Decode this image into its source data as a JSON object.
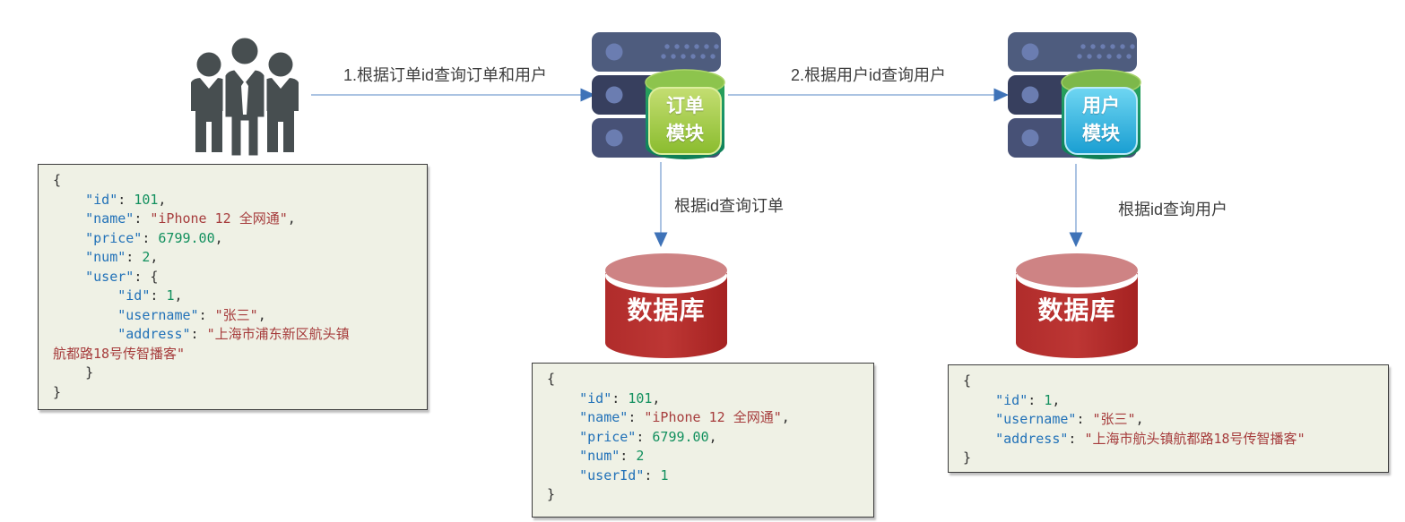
{
  "flow_labels": {
    "arrow1": "1.根据订单id查询订单和用户",
    "arrow2": "2.根据用户id查询用户",
    "arrow3": "根据id查询订单",
    "arrow4": "根据id查询用户"
  },
  "modules": [
    {
      "id": "order-module",
      "lines": [
        "订单",
        "模块"
      ],
      "badge_color": "#8abc2e"
    },
    {
      "id": "user-module",
      "lines": [
        "用户",
        "模块"
      ],
      "badge_color": "#199ed2"
    }
  ],
  "databases": [
    {
      "id": "order-db",
      "label": "数据库"
    },
    {
      "id": "user-db",
      "label": "数据库"
    }
  ],
  "colors": {
    "arrow_line": "#8fafd9",
    "arrow_head": "#3f73b8",
    "server_row_light": "#4e5c7e",
    "server_row_dark": "#373f5e",
    "server_dot": "#6b7db1",
    "cylinder_top_green": "#8dc44d",
    "cylinder_body_green": "#17936a",
    "db_body_red": "#b52a29",
    "db_top_pink": "#ce8384",
    "people_gray": "#474e50",
    "code_bg": "#eff1e5",
    "code_key_blue": "#2171b8",
    "code_number_green": "#12905e",
    "code_string_red": "#a63c3c",
    "label_text": "#3e3e3e"
  },
  "code_blocks": {
    "order_with_user": {
      "lines": [
        [
          [
            "p",
            "{"
          ]
        ],
        [
          [
            "p",
            "    "
          ],
          [
            "k",
            "\"id\""
          ],
          [
            "p",
            ": "
          ],
          [
            "n",
            "101"
          ],
          [
            "p",
            ","
          ]
        ],
        [
          [
            "p",
            "    "
          ],
          [
            "k",
            "\"name\""
          ],
          [
            "p",
            ": "
          ],
          [
            "s",
            "\"iPhone 12 全网通\""
          ],
          [
            "p",
            ","
          ]
        ],
        [
          [
            "p",
            "    "
          ],
          [
            "k",
            "\"price\""
          ],
          [
            "p",
            ": "
          ],
          [
            "n",
            "6799.00"
          ],
          [
            "p",
            ","
          ]
        ],
        [
          [
            "p",
            "    "
          ],
          [
            "k",
            "\"num\""
          ],
          [
            "p",
            ": "
          ],
          [
            "n",
            "2"
          ],
          [
            "p",
            ","
          ]
        ],
        [
          [
            "p",
            "    "
          ],
          [
            "k",
            "\"user\""
          ],
          [
            "p",
            ": {"
          ]
        ],
        [
          [
            "p",
            "        "
          ],
          [
            "k",
            "\"id\""
          ],
          [
            "p",
            ": "
          ],
          [
            "n",
            "1"
          ],
          [
            "p",
            ","
          ]
        ],
        [
          [
            "p",
            "        "
          ],
          [
            "k",
            "\"username\""
          ],
          [
            "p",
            ": "
          ],
          [
            "s",
            "\"张三\""
          ],
          [
            "p",
            ","
          ]
        ],
        [
          [
            "p",
            "        "
          ],
          [
            "k",
            "\"address\""
          ],
          [
            "p",
            ": "
          ],
          [
            "s",
            "\"上海市浦东新区航头镇"
          ]
        ],
        [
          [
            "s",
            "航都路18号传智播客\""
          ]
        ],
        [
          [
            "p",
            "    }"
          ]
        ],
        [
          [
            "p",
            "}"
          ]
        ]
      ]
    },
    "order_only": {
      "lines": [
        [
          [
            "p",
            "{"
          ]
        ],
        [
          [
            "p",
            "    "
          ],
          [
            "k",
            "\"id\""
          ],
          [
            "p",
            ": "
          ],
          [
            "n",
            "101"
          ],
          [
            "p",
            ","
          ]
        ],
        [
          [
            "p",
            "    "
          ],
          [
            "k",
            "\"name\""
          ],
          [
            "p",
            ": "
          ],
          [
            "s",
            "\"iPhone 12 全网通\""
          ],
          [
            "p",
            ","
          ]
        ],
        [
          [
            "p",
            "    "
          ],
          [
            "k",
            "\"price\""
          ],
          [
            "p",
            ": "
          ],
          [
            "n",
            "6799.00"
          ],
          [
            "p",
            ","
          ]
        ],
        [
          [
            "p",
            "    "
          ],
          [
            "k",
            "\"num\""
          ],
          [
            "p",
            ": "
          ],
          [
            "n",
            "2"
          ]
        ],
        [
          [
            "p",
            "    "
          ],
          [
            "k",
            "\"userId\""
          ],
          [
            "p",
            ": "
          ],
          [
            "n",
            "1"
          ]
        ],
        [
          [
            "p",
            "}"
          ]
        ]
      ]
    },
    "user_only": {
      "lines": [
        [
          [
            "p",
            "{"
          ]
        ],
        [
          [
            "p",
            "    "
          ],
          [
            "k",
            "\"id\""
          ],
          [
            "p",
            ": "
          ],
          [
            "n",
            "1"
          ],
          [
            "p",
            ","
          ]
        ],
        [
          [
            "p",
            "    "
          ],
          [
            "k",
            "\"username\""
          ],
          [
            "p",
            ": "
          ],
          [
            "s",
            "\"张三\""
          ],
          [
            "p",
            ","
          ]
        ],
        [
          [
            "p",
            "    "
          ],
          [
            "k",
            "\"address\""
          ],
          [
            "p",
            ": "
          ],
          [
            "s",
            "\"上海市航头镇航都路18号传智播客\""
          ]
        ],
        [
          [
            "p",
            "}"
          ]
        ]
      ]
    }
  }
}
